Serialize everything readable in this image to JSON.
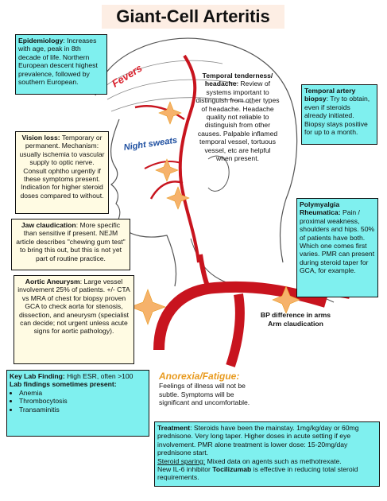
{
  "title": "Giant-Cell Arteritis",
  "labels": {
    "fevers": "Fevers",
    "night_sweats": "Night sweats"
  },
  "epidemiology": {
    "heading": "Epidemiology",
    "text": ": Increases with age, peak in 8th decade of life. Northern European descent highest prevalence, followed by southern European."
  },
  "temporal_tenderness": {
    "heading": "Temporal tenderness/ headache",
    "text": ": Review of systems important to distinguish from other types of headache. Headache quality not reliable to distinguish from other causes. Palpable inflamed temporal vessel, tortuous vessel, etc are helpful when present."
  },
  "temporal_biopsy": {
    "heading": "Temporal artery biopsy",
    "text": ": Try to obtain, even if steroids already initiated. Biopsy stays positive for up to a month."
  },
  "vision_loss": {
    "heading": "Vision loss:",
    "text": " Temporary or permanent. Mechanism: usually ischemia to vascular supply to optic nerve. Consult ophtho urgently if these symptoms present. Indication for higher steroid doses compared to without."
  },
  "jaw_claudication": {
    "heading": "Jaw claudication",
    "text": ": More specific than sensitive if present. NEJM article describes \"chewing gum test\" to bring this out, but this is not yet part of routine practice."
  },
  "polymyalgia": {
    "heading": "Polymyalgia Rheumatica:",
    "text": " Pain / proximal weakness, shoulders and hips. 50% of patients have both. Which one comes first varies. PMR can present during steroid taper for GCA, for example."
  },
  "aortic_aneurysm": {
    "heading": "Aortic Aneurysm",
    "text": ": Large vessel involvement 25% of patients. +/- CTA vs MRA of chest for biopsy proven GCA to check aorta for stenosis, dissection, and aneurysm (specialist can decide; not urgent unless acute signs for aortic pathology)."
  },
  "bp_arm": {
    "line1": "BP difference in arms",
    "line2": "Arm claudication"
  },
  "lab_findings": {
    "key_heading": "Key Lab Finding:",
    "key_text": " High ESR, often >100",
    "sometimes_heading": "Lab findings sometimes present:",
    "items": [
      "Anemia",
      "Thrombocytosis",
      "Transaminitis"
    ]
  },
  "anorexia": {
    "heading": "Anorexia/Fatigue:",
    "text": "Feelings of illness will not be subtle. Symptoms will be significant and uncomfortable."
  },
  "treatment": {
    "heading": "Treatment",
    "text": ": Steroids have been the mainstay. 1mg/kg/day or 60mg prednisone. Very long taper. Higher doses in acute setting if eye involvement. PMR alone treatment is lower dose: 15-20mg/day prednisone start.",
    "sparing_heading": "Steroid sparing:",
    "sparing_text": " Mixed data on agents such as methotrexate.",
    "il6_prefix": "New IL-6 inhibitor ",
    "il6_drug": "Tocilizumab",
    "il6_suffix": " is effective in reducing total steroid requirements."
  },
  "colors": {
    "cyan": "#7ff0ef",
    "yellow": "#fffbe3",
    "artery": "#c8141e",
    "star": "#f6b26b"
  }
}
